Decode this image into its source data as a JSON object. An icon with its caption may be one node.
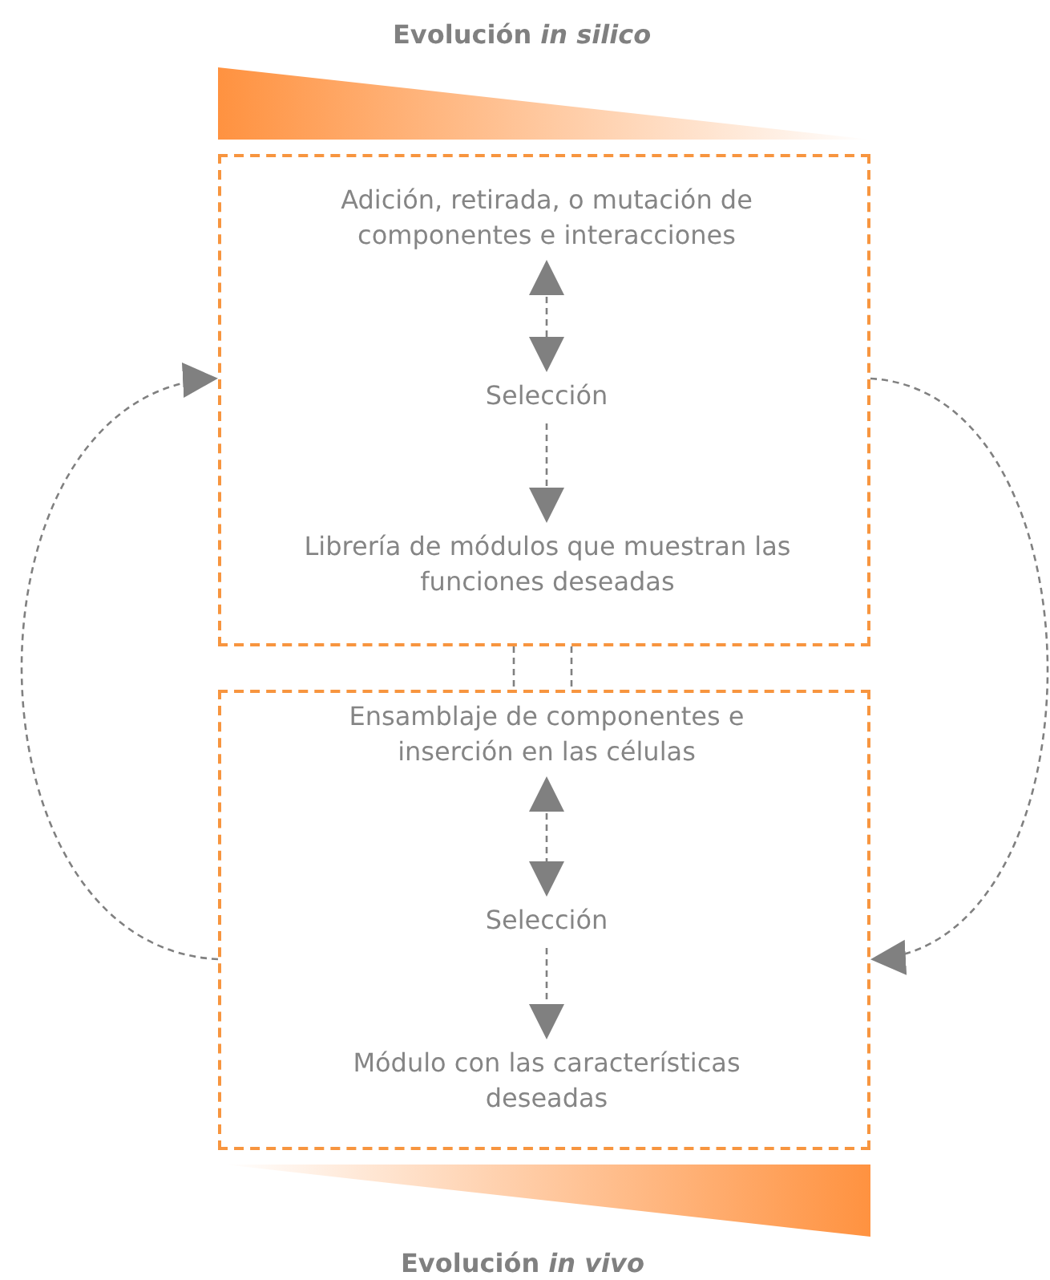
{
  "diagram": {
    "title": "Evolución *in silico*",
    "caption": "Evolución *in vivo*",
    "nodes": [
      {
        "text": [],
        "shape": "box"
      },
      {
        "text": [
          "Adición, retirada, o mutación de componentes e interacciones"
        ],
        "in": 0
      },
      {
        "text": [
          "Selección"
        ],
        "in": 0
      },
      {
        "text": [
          "Librería de módulos que muestran las funciones deseadas"
        ],
        "in": 0
      },
      {
        "text": [],
        "shape": "box"
      },
      {
        "text": [
          "Ensamblaje de componentes e inserción en las células"
        ],
        "in": 4
      },
      {
        "text": [
          "Selección"
        ],
        "in": 4
      },
      {
        "text": [
          "Módulo con las características deseadas"
        ],
        "in": 4
      },
      {
        "text": [],
        "shape": "wedge"
      },
      {
        "text": [],
        "shape": "wedge"
      }
    ],
    "edges": [
      {
        "from": 1,
        "to": 2,
        "arrow": "both",
        "style": "dashed"
      },
      {
        "from": 2,
        "to": 3,
        "arrow": "to",
        "style": "dashed"
      },
      {
        "from": 5,
        "to": 6,
        "arrow": "both",
        "style": "dashed"
      },
      {
        "from": 6,
        "to": 7,
        "arrow": "to",
        "style": "dashed"
      },
      {
        "from": 0,
        "to": 4,
        "arrow": "none",
        "style": "dashed"
      },
      {
        "from": 0,
        "to": 4,
        "arrow": "none",
        "style": "dashed"
      },
      {
        "from": 4,
        "to": 0,
        "arrow": "to",
        "style": "dashed"
      },
      {
        "from": 0,
        "to": 4,
        "arrow": "to",
        "style": "dashed"
      }
    ]
  }
}
